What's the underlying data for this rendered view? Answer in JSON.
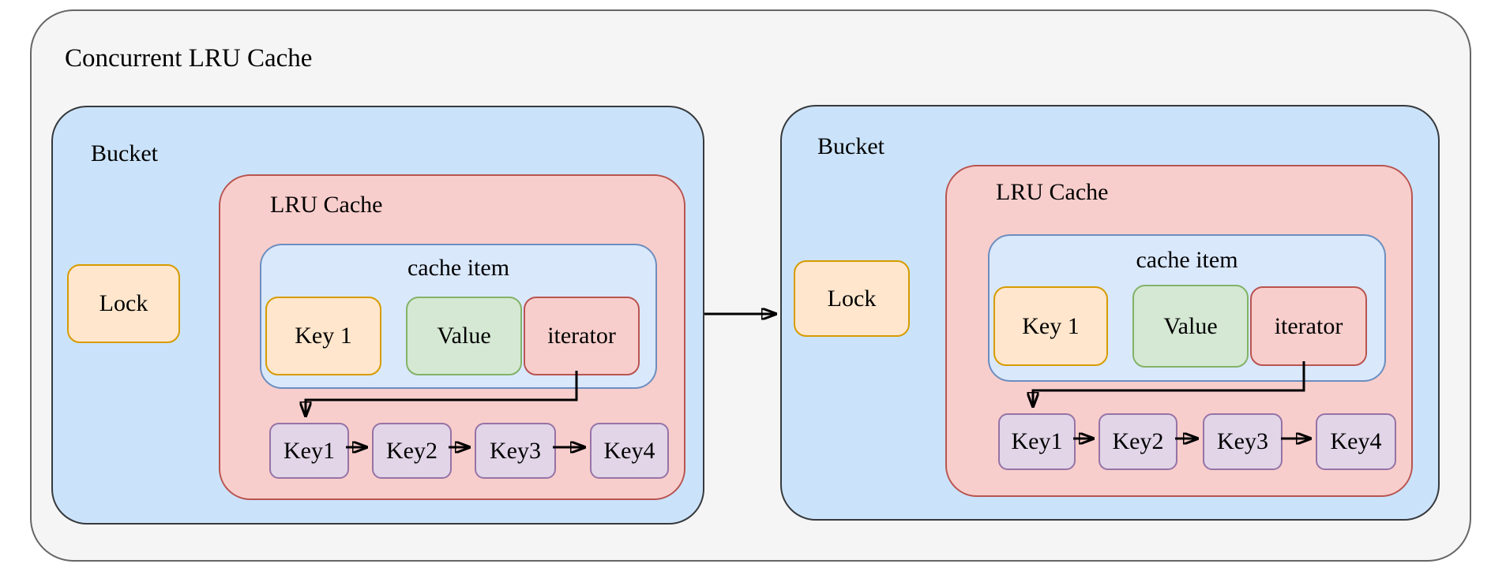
{
  "diagram": {
    "title": "Concurrent LRU Cache",
    "palette": {
      "outer_fill": "#f5f5f5",
      "outer_stroke": "#666666",
      "bucket_fill": "#cbe3fa",
      "bucket_stroke": "#36393d",
      "red_fill": "#f8cecc",
      "red_stroke": "#b85450",
      "blue_fill": "#dae8fc",
      "blue_stroke": "#6c8ebf",
      "orange_fill": "#ffe6cc",
      "orange_stroke": "#d79b00",
      "green_fill": "#d5e8d4",
      "green_stroke": "#82b366",
      "purple_fill": "#e1d5e7",
      "purple_stroke": "#9673a6",
      "arrow_color": "#000000"
    },
    "buckets": [
      {
        "label": "Bucket",
        "lock": "Lock",
        "lru_cache": {
          "label": "LRU Cache",
          "cache_item": {
            "label": "cache item",
            "fields": [
              {
                "label": "Key 1"
              },
              {
                "label": "Value"
              },
              {
                "label": "iterator"
              }
            ]
          },
          "key_chain": [
            "Key1",
            "Key2",
            "Key3",
            "Key4"
          ]
        }
      },
      {
        "label": "Bucket",
        "lock": "Lock",
        "lru_cache": {
          "label": "LRU Cache",
          "cache_item": {
            "label": "cache item",
            "fields": [
              {
                "label": "Key 1"
              },
              {
                "label": "Value"
              },
              {
                "label": "iterator"
              }
            ]
          },
          "key_chain": [
            "Key1",
            "Key2",
            "Key3",
            "Key4"
          ]
        }
      }
    ],
    "arrows": [
      {
        "name": "bucket1-to-bucket2-arrow"
      },
      {
        "name": "iterator1-to-keychain-arrow"
      },
      {
        "name": "iterator2-to-keychain-arrow"
      },
      {
        "name": "keychain-link-arrows-bucket1"
      },
      {
        "name": "keychain-link-arrows-bucket2"
      }
    ]
  }
}
